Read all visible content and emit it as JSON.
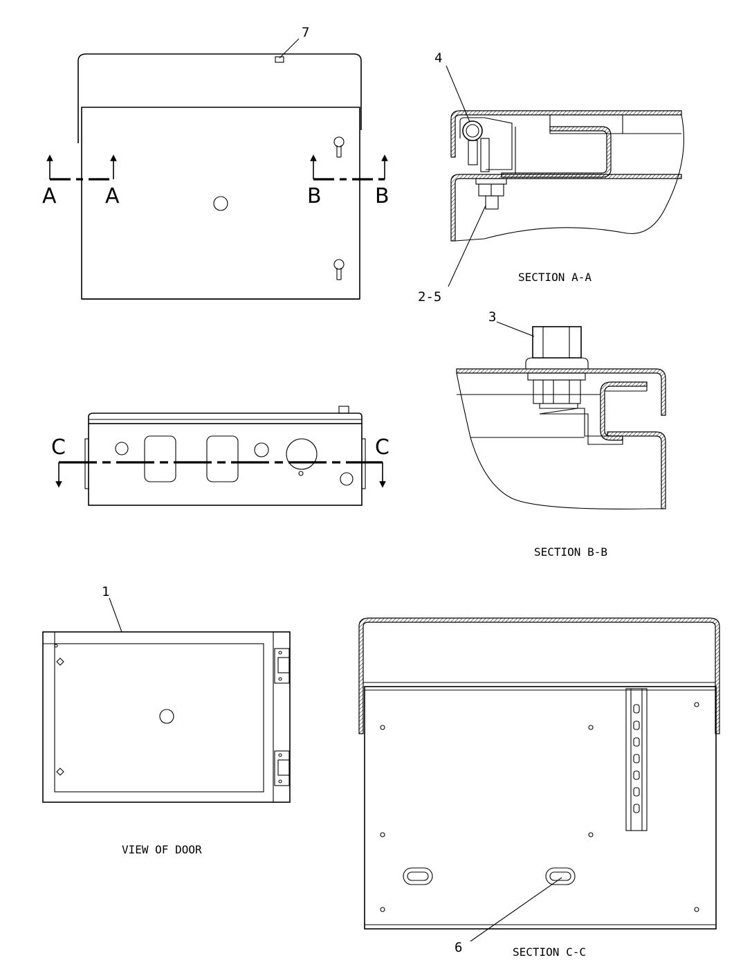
{
  "callouts": {
    "c1": "1",
    "c2_5": "2-5",
    "c3": "3",
    "c4": "4",
    "c6": "6",
    "c7": "7"
  },
  "section_markers": {
    "a_left": "A",
    "a_right": "A",
    "b_left": "B",
    "b_right": "B",
    "c_left": "C",
    "c_right": "C"
  },
  "captions": {
    "section_a": "SECTION A-A",
    "section_b": "SECTION B-B",
    "section_c": "SECTION C-C",
    "door_view": "VIEW OF DOOR"
  }
}
